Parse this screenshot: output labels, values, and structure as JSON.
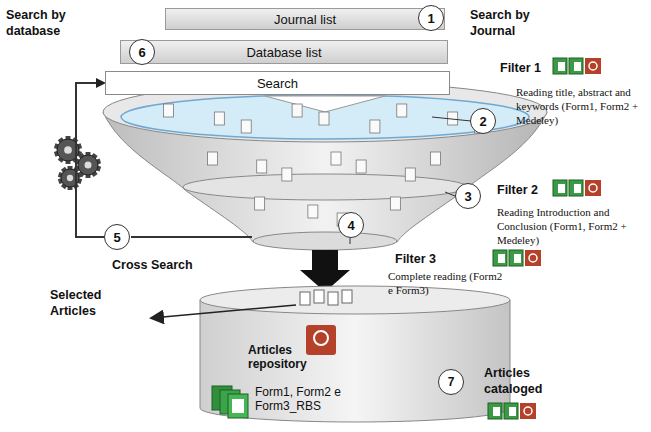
{
  "diagram": {
    "nodes": [
      {
        "text": [
          "Journal list"
        ]
      },
      {
        "text": [
          "1"
        ],
        "in": 0
      },
      {
        "text": [
          "Database list"
        ]
      },
      {
        "text": [
          "6"
        ],
        "in": 2
      },
      {
        "text": [
          "Search"
        ]
      },
      {
        "text": [
          "2"
        ]
      },
      {
        "text": [
          "3"
        ]
      },
      {
        "text": [
          "4"
        ]
      },
      {
        "text": [
          "5"
        ]
      },
      {
        "text": [
          "Articles repository",
          "Form1, Form2 e Form3_RBS"
        ]
      },
      {
        "text": [
          "7"
        ],
        "in": 9
      }
    ],
    "edges": [
      {
        "from": 8,
        "to": 4,
        "arrow": "to"
      }
    ],
    "labels": [
      "Search by Journal",
      "Search by database",
      "Filter 1",
      "Reading title, abstract and keywords (Form1, Form2 + Medeley)",
      "Filter 2",
      "Reading Introduction and Conclusion (Form1, Form2 + Medeley)",
      "Filter 3",
      "Complete reading (Form2 e Form3)",
      "Cross Search",
      "Selected Articles",
      "Articles cataloged"
    ]
  }
}
